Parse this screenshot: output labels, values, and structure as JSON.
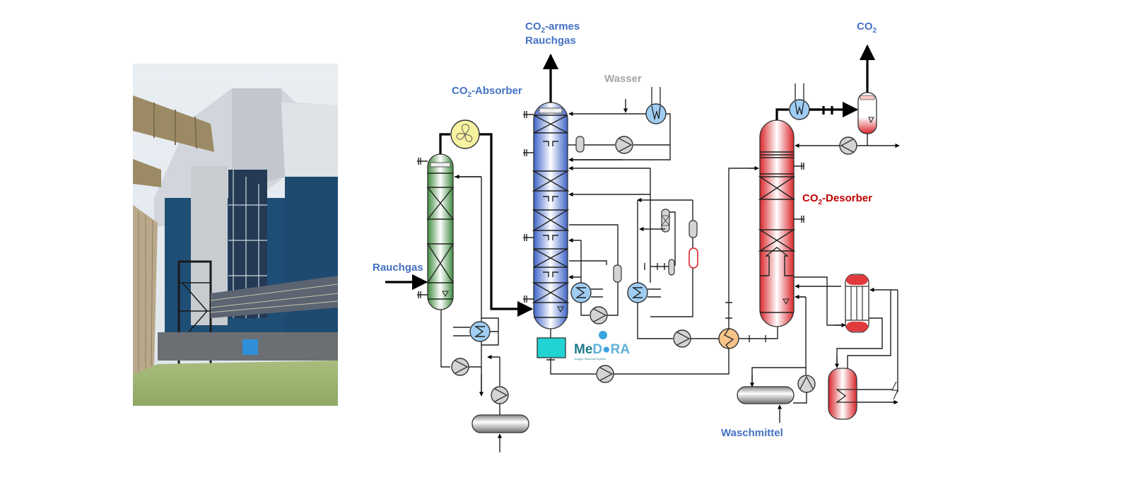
{
  "photo": {
    "description": "CO2 capture pilot plant steel structure in front of power plant building",
    "colors": {
      "sky": "#e8eef2",
      "building_light": "#c9ced4",
      "building_blue": "#1f4e75",
      "grass": "#9fb872",
      "ducts": "#9b8a63"
    }
  },
  "diagram": {
    "labels": {
      "co2_armes_line1": "CO",
      "co2_armes_sub": "2",
      "co2_armes_rest": "-armes",
      "co2_armes_line2": "Rauchgas",
      "co2_top": "CO",
      "co2_top_sub": "2",
      "absorber": "CO",
      "absorber_sub": "2",
      "absorber_rest": "-Absorber",
      "desorber": "CO",
      "desorber_sub": "2",
      "desorber_rest": "-Desorber",
      "wasser": "Wasser",
      "rauchgas_in": "Rauchgas",
      "waschmittel": "Waschmittel"
    },
    "logo": {
      "text_me": "Me",
      "text_d": "D",
      "text_ra": "RA",
      "tagline": "Oxygen Removal System"
    },
    "colors": {
      "label_blue": "#4472C4",
      "label_red": "#C00000",
      "label_grey": "#A6A6A6",
      "absorber": "#4a74d4",
      "prescrubber": "#3f8a3f",
      "desorber": "#d9262b",
      "heat_exchanger": "#9fcdf3",
      "blower": "#f6f2a0",
      "lean_rich_hx": "#f6c48a",
      "medora_box": "#22d3d3"
    }
  }
}
